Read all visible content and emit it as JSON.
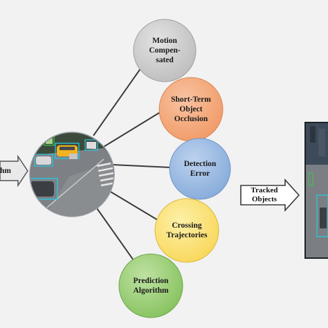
{
  "diagram": {
    "left_label": "hm",
    "hub_image": "traffic-intersection-with-detected-vehicles",
    "challenges": [
      {
        "label": "Motion\nCompen-\nsated",
        "color": "#c9c9c9"
      },
      {
        "label": "Short-Term\nObject\nOcclusion",
        "color": "#f4a97f"
      },
      {
        "label": "Detection\nError",
        "color": "#9dbde4"
      },
      {
        "label": "Crossing\nTrajectories",
        "color": "#fbe27a"
      },
      {
        "label": "Prediction\nAlgorithm",
        "color": "#9ccf75"
      }
    ],
    "output_label": "Tracked\nObjects"
  }
}
